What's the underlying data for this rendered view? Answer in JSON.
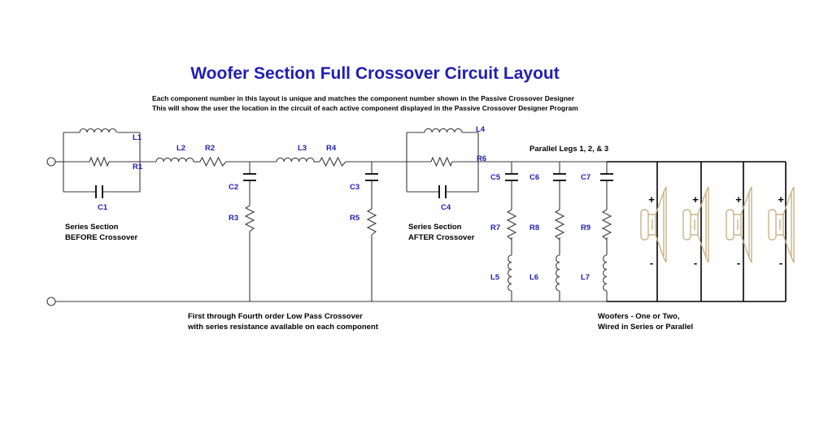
{
  "title": "Woofer Section Full Crossover Circuit Layout",
  "description": {
    "line1": "Each component number in this layout is unique and matches the component number shown in the Passive Crossover Designer",
    "line2": "This will show the user the location in the circuit of each active component displayed in the Passive Crossover Designer Program"
  },
  "notes": {
    "series_before_1": "Series Section",
    "series_before_2": "BEFORE Crossover",
    "series_after_1": "Series Section",
    "series_after_2": "AFTER Crossover",
    "parallel_legs": "Parallel Legs 1, 2, & 3",
    "crossover_1": "First through Fourth order Low Pass Crossover",
    "crossover_2": "with series resistance available on each component",
    "woofers_1": "Woofers - One or Two,",
    "woofers_2": "Wired in Series or Parallel"
  },
  "components": {
    "L1": "L1",
    "R1": "R1",
    "C1": "C1",
    "L2": "L2",
    "R2": "R2",
    "C2": "C2",
    "R3": "R3",
    "L3": "L3",
    "R4": "R4",
    "C3": "C3",
    "R5": "R5",
    "L4": "L4",
    "R6": "R6",
    "C4": "C4",
    "C5": "C5",
    "R7": "R7",
    "L5": "L5",
    "C6": "C6",
    "R8": "R8",
    "L6": "L6",
    "C7": "C7",
    "R9": "R9",
    "L7": "L7"
  },
  "polarity": {
    "plus": "+",
    "minus": "-"
  },
  "colors": {
    "title": "#1f1fb4",
    "labels": "#1f1fb4",
    "wire": "#3a3a3a",
    "speaker": "#c8b487"
  }
}
